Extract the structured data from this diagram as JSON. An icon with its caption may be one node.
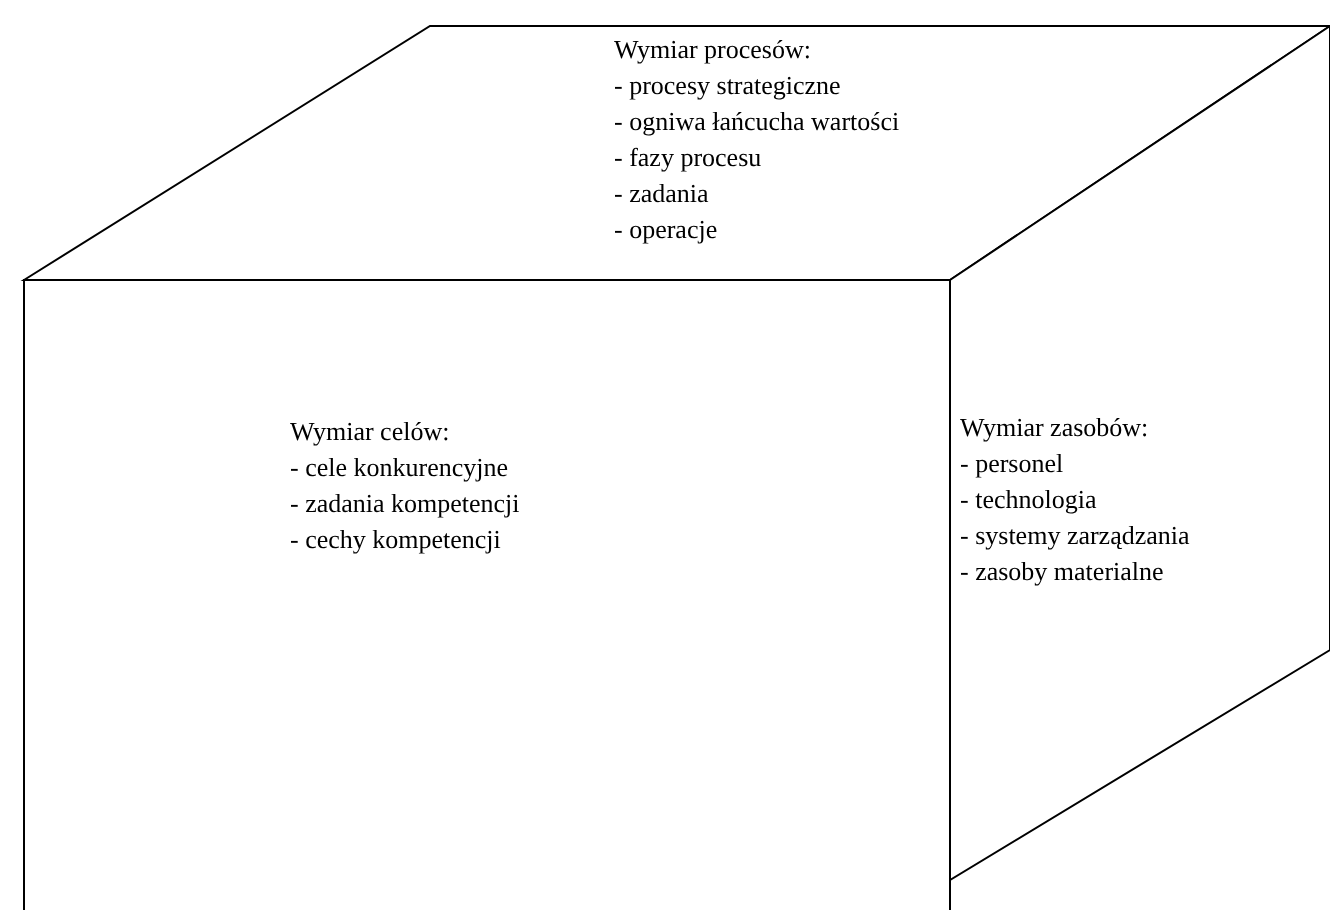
{
  "diagram": {
    "nodes": [
      {
        "text": [
          "Wymiar procesów:",
          "- procesy strategiczne",
          "- ogniwa łańcucha wartości",
          "- fazy procesu",
          "- zadania",
          "- operacje"
        ]
      },
      {
        "text": [
          "Wymiar celów:",
          "- cele konkurencyjne",
          "- zadania kompetencji",
          "- cechy kompetencji"
        ]
      },
      {
        "text": [
          "Wymiar zasobów:",
          "- personel",
          "- technologia",
          "- systemy zarządzania",
          "- zasoby materialne"
        ]
      }
    ]
  }
}
